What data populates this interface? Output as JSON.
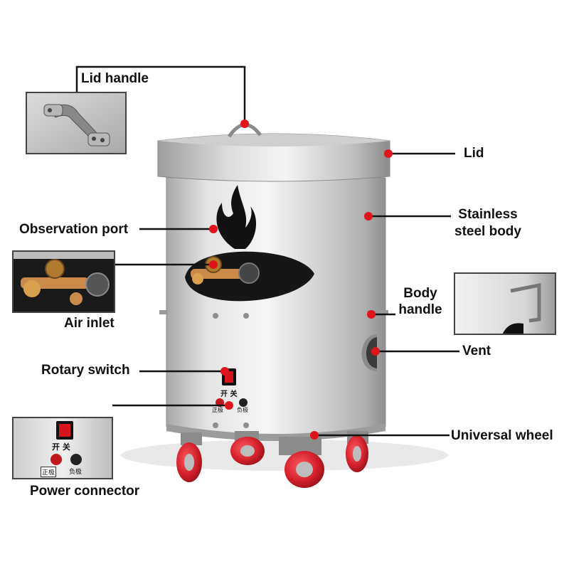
{
  "labels": {
    "lid_handle": "Lid handle",
    "lid": "Lid",
    "stainless_1": "Stainless",
    "stainless_2": "steel body",
    "observation_port": "Observation port",
    "air_inlet": "Air inlet",
    "body_handle_1": "Body",
    "body_handle_2": "handle",
    "vent": "Vent",
    "rotary_switch": "Rotary switch",
    "universal_wheel": "Universal wheel",
    "power_connector": "Power connector"
  },
  "panel": {
    "switch_text": "开 关",
    "positive": "正极",
    "negative": "负极"
  },
  "colors": {
    "marker": "#e0151b",
    "leader": "#111111",
    "wheel": "#d3202a",
    "steel_light": "#e6e6e6",
    "steel_dark": "#9a9a9a"
  }
}
